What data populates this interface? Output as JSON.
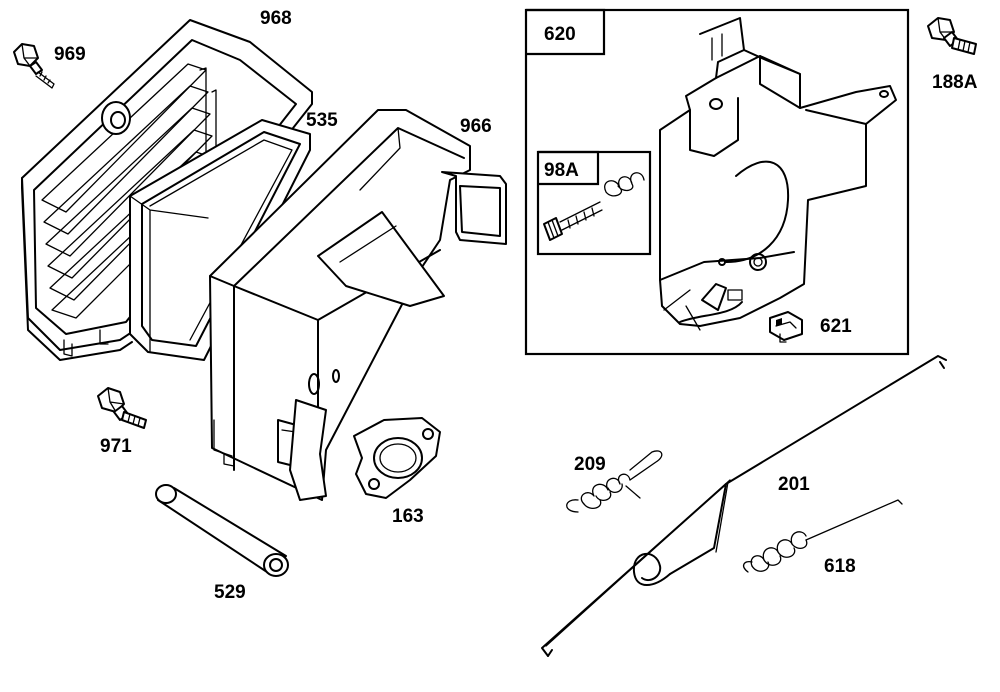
{
  "parts": {
    "p968": "968",
    "p969": "969",
    "p535": "535",
    "p966": "966",
    "p620": "620",
    "p188A": "188A",
    "p98A": "98A",
    "p621": "621",
    "p971": "971",
    "p163": "163",
    "p529": "529",
    "p209": "209",
    "p201": "201",
    "p618": "618"
  }
}
